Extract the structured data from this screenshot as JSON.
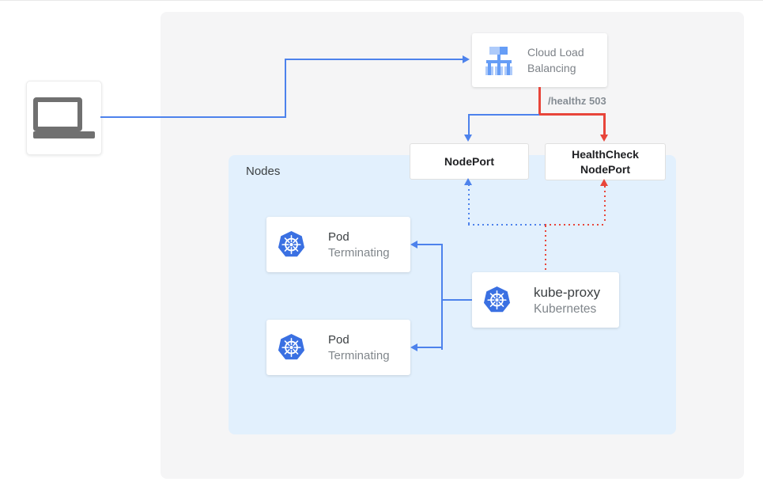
{
  "colors": {
    "blue": "#4d82ec",
    "red": "#e8453a",
    "k8s_blue": "#3a70e2",
    "lb_icon_blue": "#669df6",
    "lb_icon_light_blue": "#aecbfa",
    "panel_gray": "#f5f5f6",
    "nodes_bg": "#e2f0fd",
    "laptop_gray": "#707070"
  },
  "nodes_panel": {
    "label": "Nodes"
  },
  "load_balancer": {
    "line1": "Cloud Load",
    "line2": "Balancing"
  },
  "health_label": "/healthz 503",
  "nodeport": {
    "label": "NodePort"
  },
  "healthcheck_nodeport": {
    "line1": "HealthCheck",
    "line2": "NodePort"
  },
  "pods": [
    {
      "title": "Pod",
      "status": "Terminating"
    },
    {
      "title": "Pod",
      "status": "Terminating"
    }
  ],
  "kube_proxy": {
    "title": "kube-proxy",
    "subtitle": "Kubernetes"
  }
}
